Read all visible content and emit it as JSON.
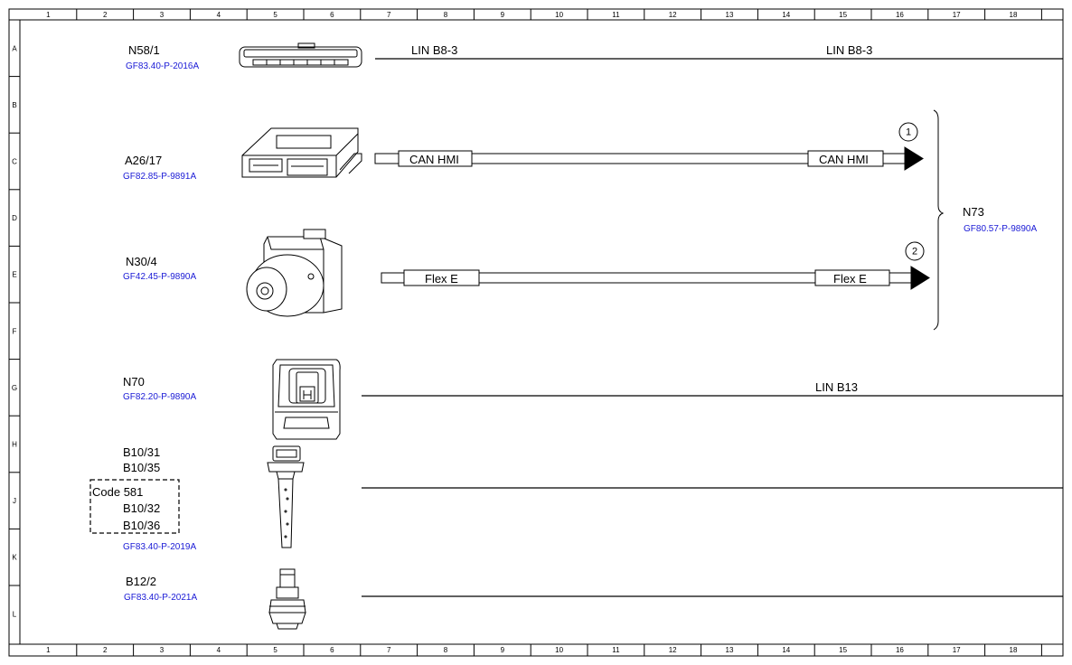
{
  "grid": {
    "columns": [
      "1",
      "2",
      "3",
      "4",
      "5",
      "6",
      "7",
      "8",
      "9",
      "10",
      "11",
      "12",
      "13",
      "14",
      "15",
      "16",
      "17",
      "18"
    ],
    "rows": [
      "A",
      "B",
      "C",
      "D",
      "E",
      "F",
      "G",
      "H",
      "J",
      "K",
      "L"
    ]
  },
  "components": {
    "n58_1": {
      "label": "N58/1",
      "ref": "GF83.40-P-2016A"
    },
    "a26_17": {
      "label": "A26/17",
      "ref": "GF82.85-P-9891A"
    },
    "n30_4": {
      "label": "N30/4",
      "ref": "GF42.45-P-9890A"
    },
    "n70": {
      "label": "N70",
      "ref": "GF82.20-P-9890A"
    },
    "b10": {
      "label1": "B10/31",
      "label2": "B10/35",
      "code": "Code 581",
      "label3": "B10/32",
      "label4": "B10/36",
      "ref": "GF83.40-P-2019A"
    },
    "b12_2": {
      "label": "B12/2",
      "ref": "GF83.40-P-2021A"
    },
    "n73": {
      "label": "N73",
      "ref": "GF80.57-P-9890A"
    }
  },
  "wires": {
    "lin_b8_3_left": "LIN B8-3",
    "lin_b8_3_right": "LIN B8-3",
    "can_hmi_left": "CAN HMI",
    "can_hmi_right": "CAN HMI",
    "flex_e_left": "Flex E",
    "flex_e_right": "Flex E",
    "lin_b13": "LIN B13",
    "marker1": "1",
    "marker2": "2"
  }
}
